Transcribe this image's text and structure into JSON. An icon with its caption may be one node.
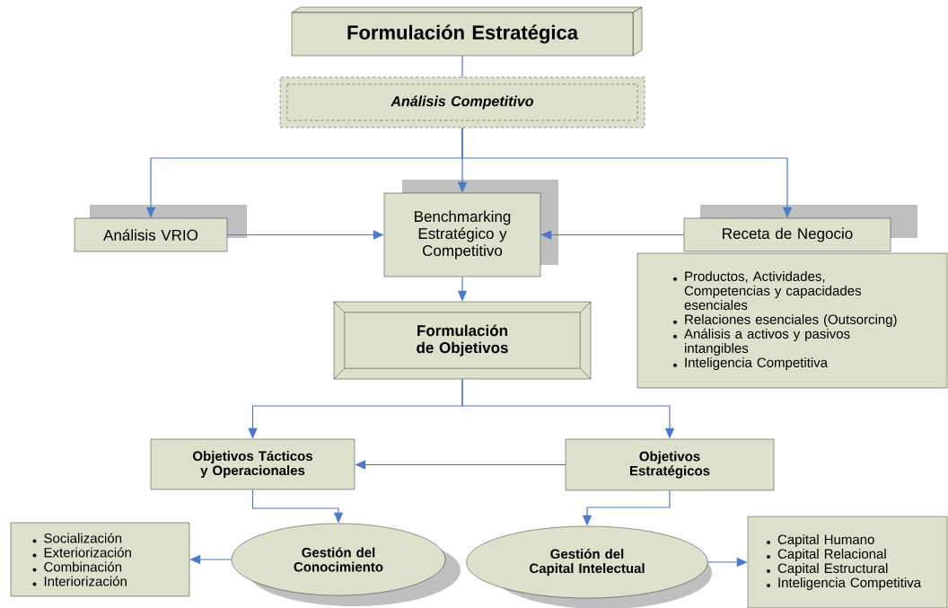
{
  "diagram": {
    "nodes": [
      {
        "text": [
          "Formulación Estratégica"
        ]
      },
      {
        "text": [
          "Análisis Competitivo"
        ]
      },
      {
        "text": [
          "Análisis VRIO"
        ]
      },
      {
        "text": [
          "Benchmarking Estratégico y Competitivo"
        ]
      },
      {
        "text": [
          "Receta de Negocio"
        ]
      },
      {
        "text": [
          "Productos, Actividades, Competencias y capacidades esenciales",
          "Relaciones esenciales (Outsorcing)",
          "Análisis a activos y pasivos intangibles",
          "Inteligencia Competitiva"
        ]
      },
      {
        "text": [
          "Formulación de Objetivos"
        ]
      },
      {
        "text": [
          "Objetivos Tácticos y Operacionales"
        ]
      },
      {
        "text": [
          "Objetivos Estratégicos"
        ]
      },
      {
        "text": [
          "Gestión del Conocimiento"
        ]
      },
      {
        "text": [
          "Socialización",
          "Exteriorización",
          "Combinación",
          "Interiorización"
        ]
      },
      {
        "text": [
          "Gestión del Capital Intelectual"
        ]
      },
      {
        "text": [
          "Capital Humano",
          "Capital Relacional",
          "Capital Estructural",
          "Inteligencia Competitiva"
        ]
      }
    ],
    "edges": [
      {
        "from": 0,
        "to": 1,
        "arrow": "none"
      },
      {
        "from": 1,
        "to": 2,
        "arrow": "to"
      },
      {
        "from": 1,
        "to": 3,
        "arrow": "to"
      },
      {
        "from": 1,
        "to": 4,
        "arrow": "to"
      },
      {
        "from": 2,
        "to": 3,
        "arrow": "to"
      },
      {
        "from": 4,
        "to": 3,
        "arrow": "to"
      },
      {
        "from": 3,
        "to": 6,
        "arrow": "to"
      },
      {
        "from": 6,
        "to": 7,
        "arrow": "to"
      },
      {
        "from": 6,
        "to": 8,
        "arrow": "to"
      },
      {
        "from": 8,
        "to": 7,
        "arrow": "to"
      },
      {
        "from": 7,
        "to": 9,
        "arrow": "to"
      },
      {
        "from": 8,
        "to": 11,
        "arrow": "to"
      },
      {
        "from": 9,
        "to": 10,
        "arrow": "to"
      },
      {
        "from": 11,
        "to": 12,
        "arrow": "to"
      }
    ]
  }
}
